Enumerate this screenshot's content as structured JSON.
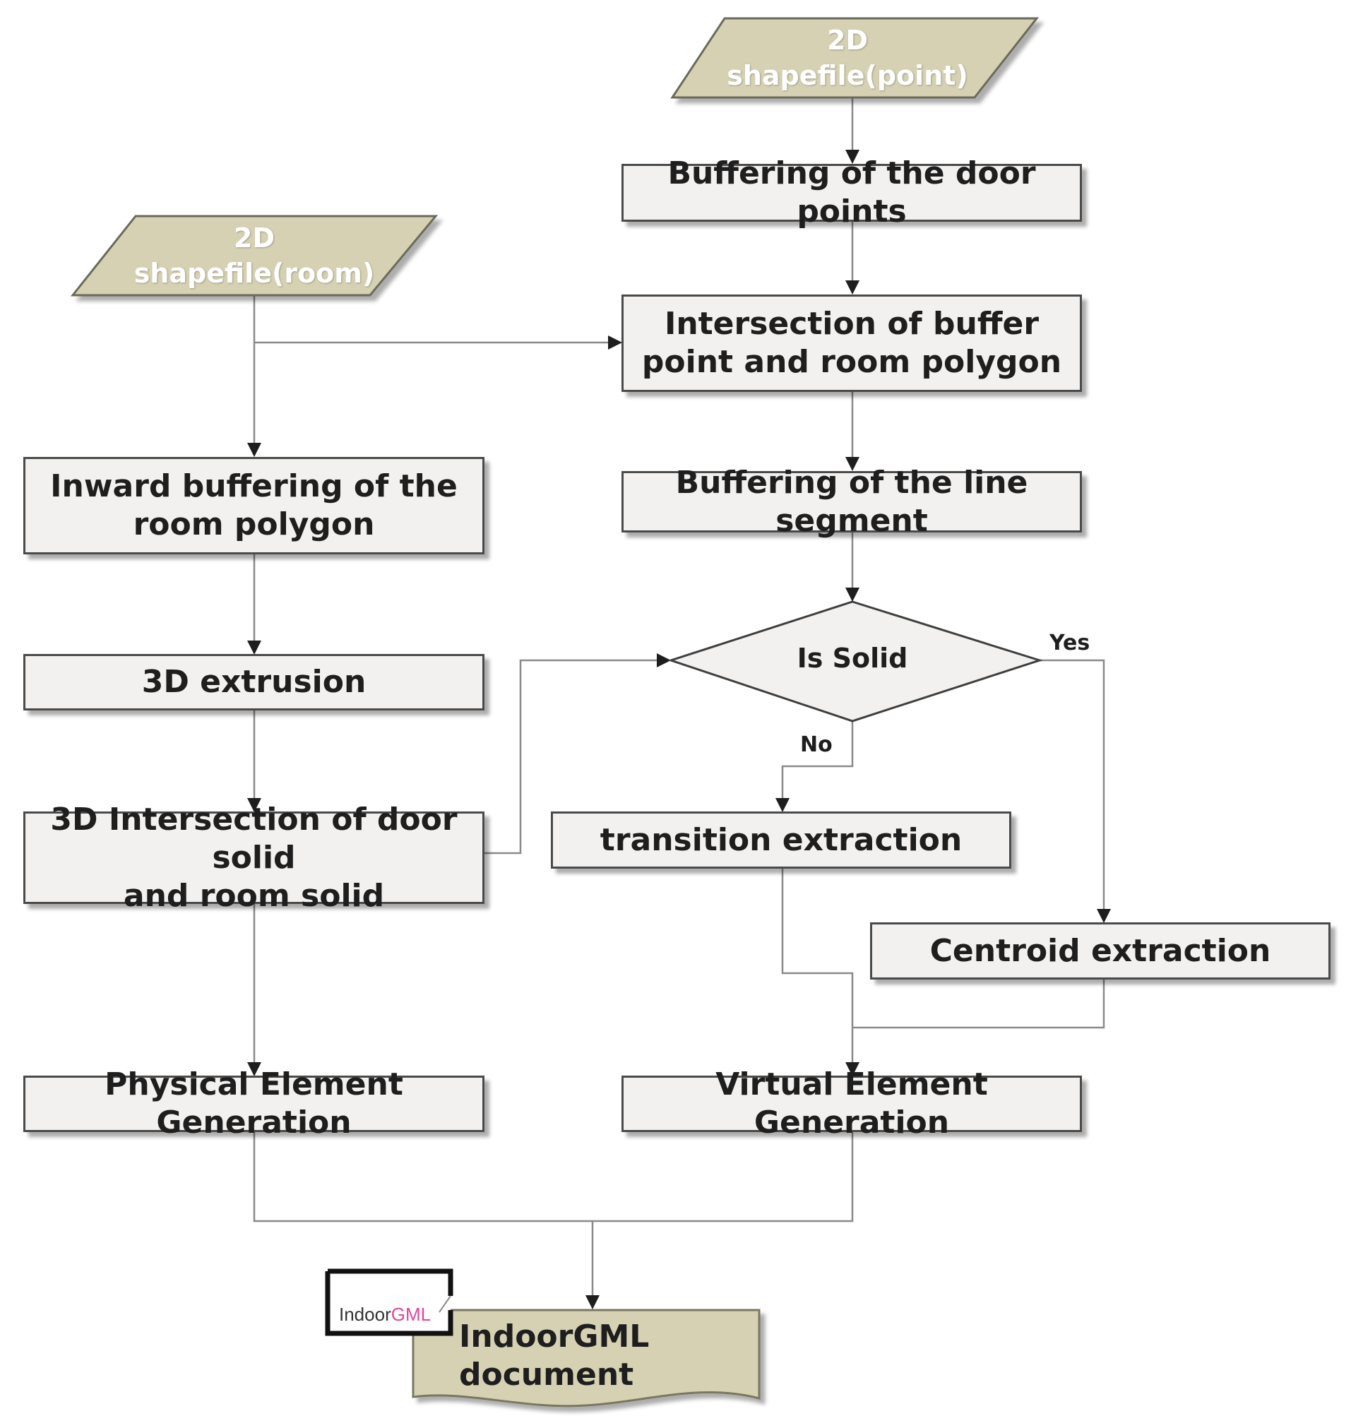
{
  "inputs": {
    "point": {
      "line1": "2D",
      "line2": "shapefile(point)"
    },
    "room": {
      "line1": "2D",
      "line2": "shapefile(room)"
    }
  },
  "right_flow": {
    "buffer_door_points": "Buffering of the door points",
    "intersection_line1": "Intersection of buffer",
    "intersection_line2": "point and room polygon",
    "buffer_line_segment": "Buffering of the line segment",
    "is_solid": "Is Solid",
    "yes_label": "Yes",
    "no_label": "No",
    "transition_extraction": "transition extraction",
    "centroid_extraction": "Centroid extraction",
    "virtual_element_generation": "Virtual Element Generation"
  },
  "left_flow": {
    "inward_line1": "Inward buffering of the",
    "inward_line2": "room polygon",
    "extrusion": "3D extrusion",
    "intersection3d_line1": "3D Intersection of door solid",
    "intersection3d_line2": "and room solid",
    "physical_element_generation": "Physical Element Generation"
  },
  "output": {
    "logo_prefix": "Indoor",
    "logo_accent": "GML",
    "doc_line1": "IndoorGML",
    "doc_line2": "document"
  },
  "colors": {
    "io_fill": "#d6d1b3",
    "box_fill": "#f3f1ef",
    "logo_accent": "#e0469a"
  }
}
